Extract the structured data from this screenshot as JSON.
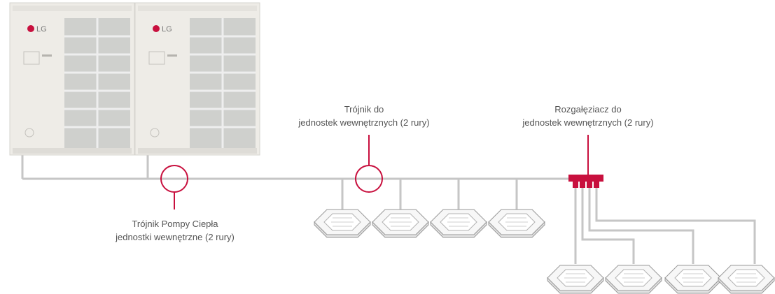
{
  "colors": {
    "pipe": "#c6c6c6",
    "accent": "#c8103e",
    "outdoor_body": "#eeece7",
    "fan_grille": "#cfd0cd",
    "label_text": "#555555"
  },
  "outdoor_units": [
    {
      "brand": "LG"
    },
    {
      "brand": "LG"
    }
  ],
  "labels": {
    "heat_pump_tee": {
      "line1": "Trójnik Pompy Ciepła",
      "line2": "jednostki wewnętrzne (2 rury)"
    },
    "indoor_tee": {
      "line1": "Trójnik do",
      "line2": "jednostek wewnętrznych (2 rury)"
    },
    "distributor": {
      "line1": "Rozgałęziacz do",
      "line2": "jednostek wewnętrznych (2 rury)"
    }
  },
  "indoor_units": {
    "on_main_line": 4,
    "on_distributor": 4,
    "icon": "ceiling-cassette-icon"
  }
}
